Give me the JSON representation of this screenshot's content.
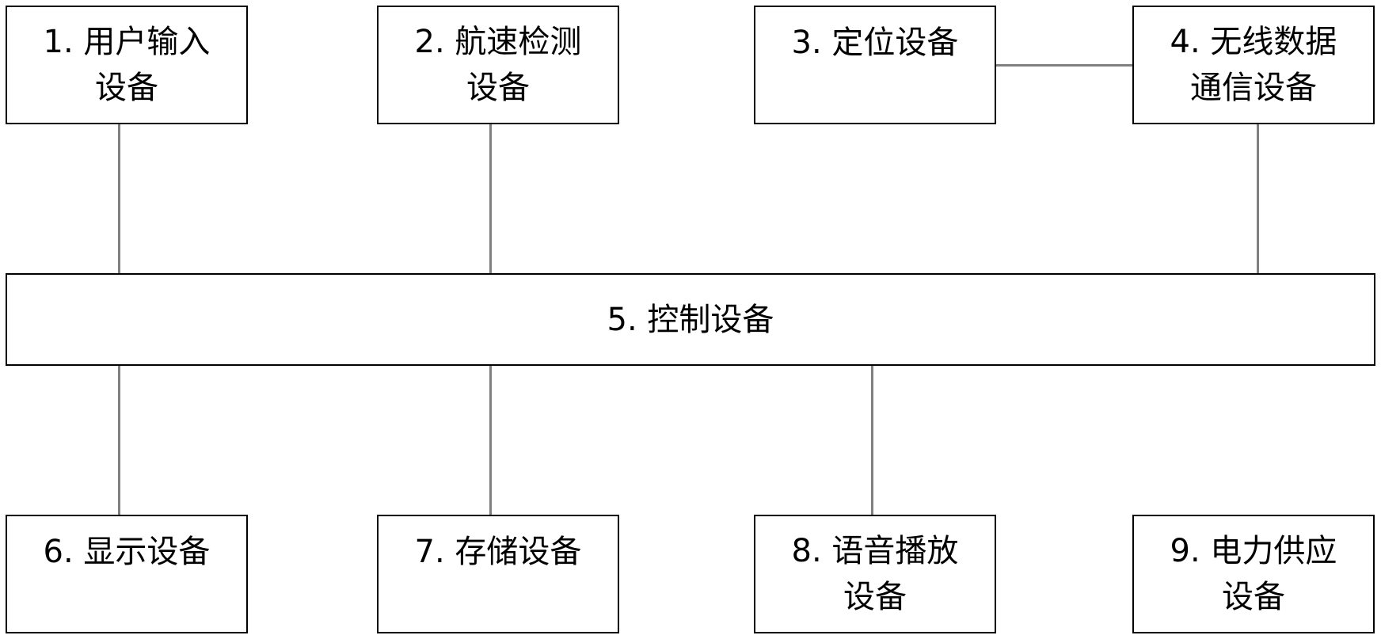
{
  "diagram": {
    "nodes": [
      {
        "id": "1",
        "lines": [
          "1. 用户输入",
          "设备"
        ]
      },
      {
        "id": "2",
        "lines": [
          "2. 航速检测",
          "设备"
        ]
      },
      {
        "id": "3",
        "lines": [
          "3. 定位设备",
          ""
        ]
      },
      {
        "id": "4",
        "lines": [
          "4. 无线数据",
          "通信设备"
        ]
      },
      {
        "id": "5",
        "lines": [
          "5. 控制设备",
          ""
        ]
      },
      {
        "id": "6",
        "lines": [
          "6. 显示设备",
          ""
        ]
      },
      {
        "id": "7",
        "lines": [
          "7. 存储设备",
          ""
        ]
      },
      {
        "id": "8",
        "lines": [
          "8. 语音播放",
          "设备"
        ]
      },
      {
        "id": "9",
        "lines": [
          "9. 电力供应",
          "设备"
        ]
      }
    ],
    "edges": [
      {
        "from": "1",
        "to": "5"
      },
      {
        "from": "2",
        "to": "5"
      },
      {
        "from": "4",
        "to": "5"
      },
      {
        "from": "3",
        "to": "4"
      },
      {
        "from": "5",
        "to": "6"
      },
      {
        "from": "5",
        "to": "7"
      },
      {
        "from": "5",
        "to": "8"
      }
    ],
    "colors": {
      "border": "#000000",
      "connector": "#808080",
      "background": "#ffffff"
    }
  }
}
